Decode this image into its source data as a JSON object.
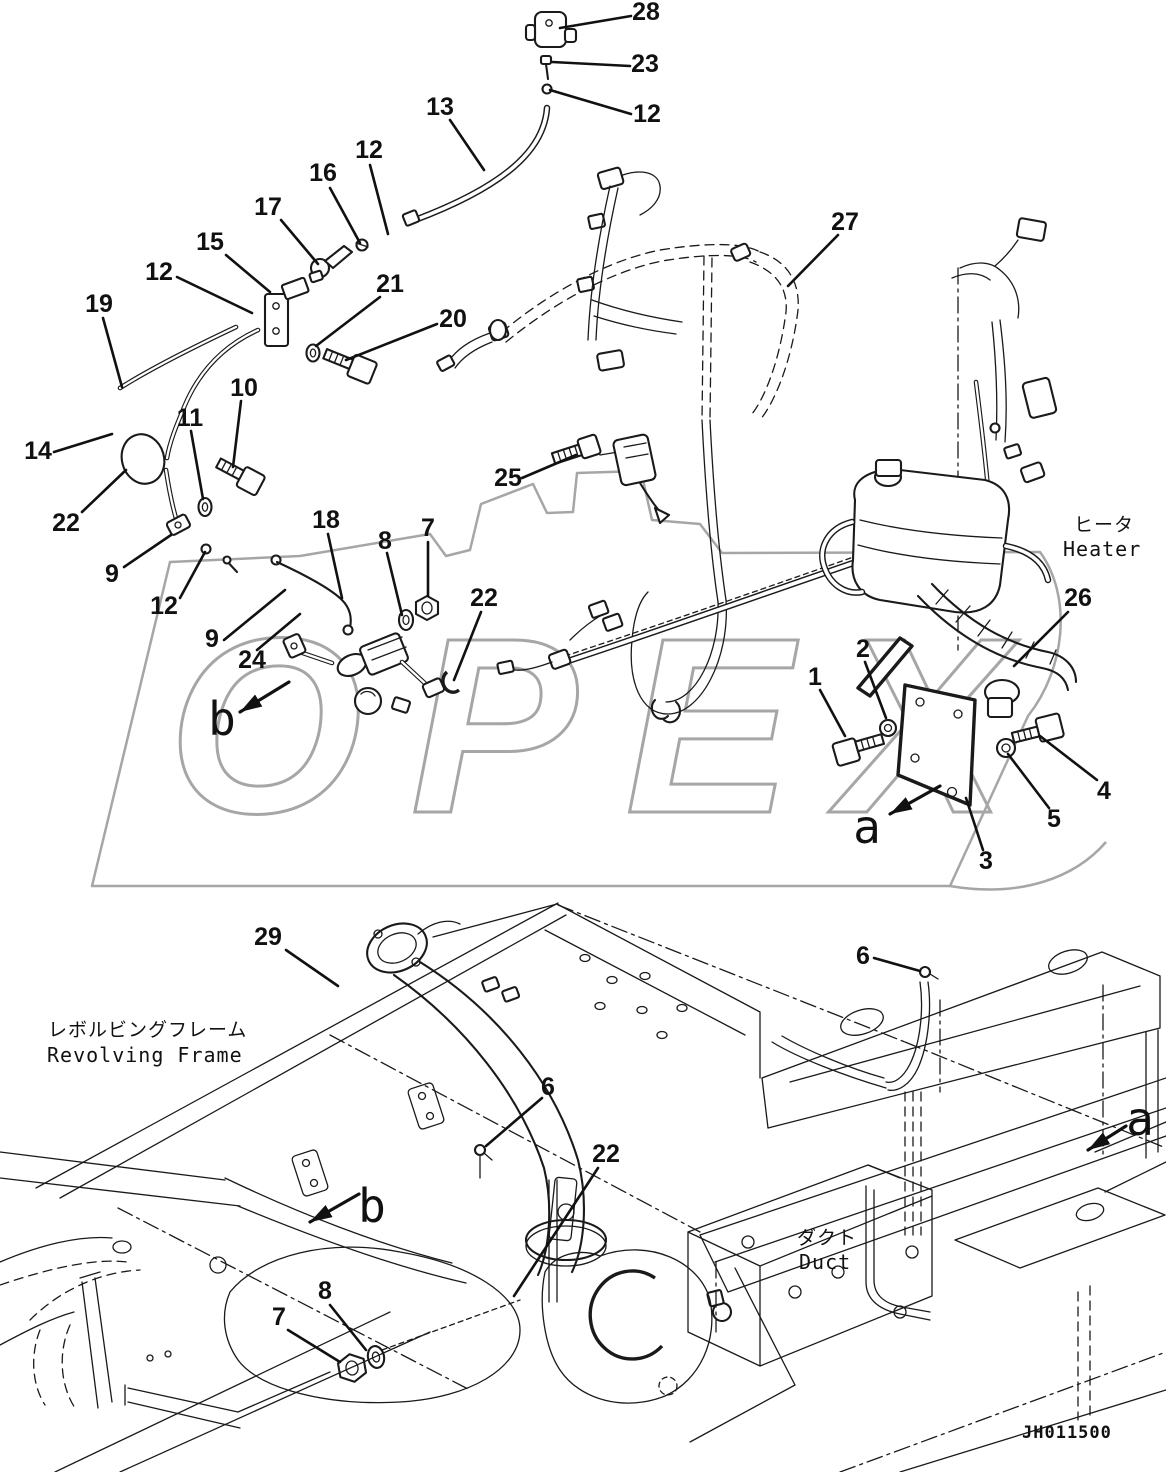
{
  "document": {
    "watermark": "OPEX",
    "drawing_number": "JH011500"
  },
  "annotations": {
    "heater_jp": "ヒータ",
    "heater_en": "Heater",
    "revolving_frame_jp": "レボルビングフレーム",
    "revolving_frame_en": "Revolving Frame",
    "duct_jp": "ダクト",
    "duct_en": "Duct",
    "view_a": "a",
    "view_b": "b"
  },
  "callouts": [
    "28",
    "23",
    "12",
    "13",
    "12",
    "16",
    "17",
    "15",
    "12",
    "19",
    "21",
    "20",
    "10",
    "11",
    "14",
    "22",
    "9",
    "12",
    "25",
    "27",
    "18",
    "8",
    "7",
    "9",
    "24",
    "22",
    "26",
    "2",
    "1",
    "4",
    "5",
    "3",
    "29",
    "6",
    "6",
    "22",
    "8",
    "7"
  ]
}
